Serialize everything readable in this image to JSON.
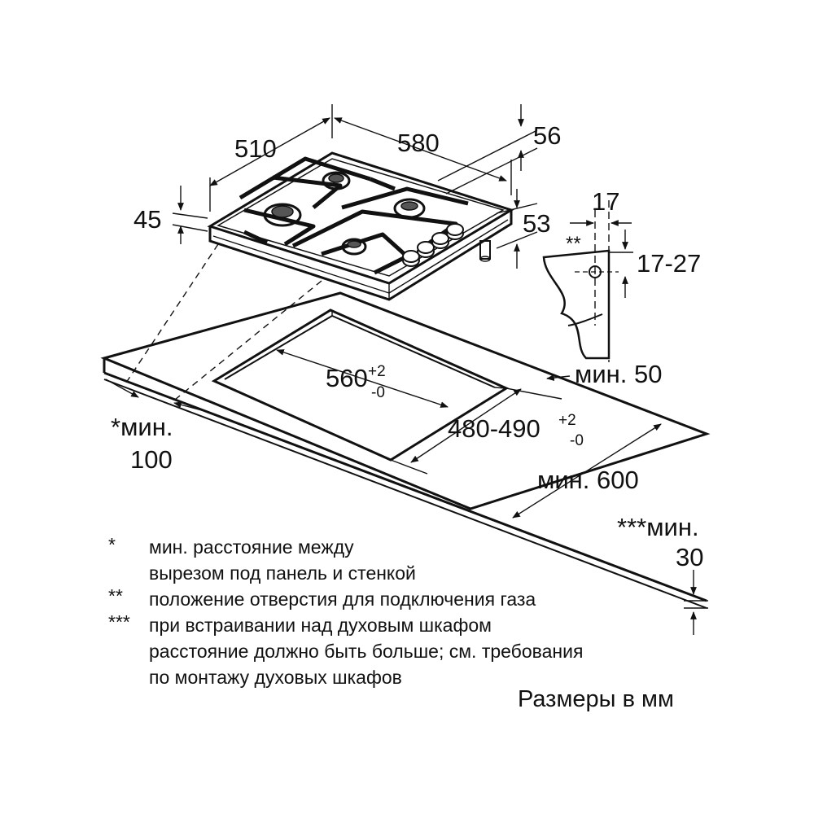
{
  "dimensions": {
    "hob_width": "580",
    "hob_depth": "510",
    "hob_height": "45",
    "rear_offset": "56",
    "gas_height": "53",
    "gas_offset_h": "17",
    "gas_offset_v": "17-27",
    "gas_marker": "**",
    "cutout_width": "560",
    "cutout_width_tol_upper": "+2",
    "cutout_width_tol_lower": "-0",
    "cutout_depth": "480-490",
    "cutout_depth_tol_upper": "+2",
    "cutout_depth_tol_lower": "-0",
    "min_rear": "мин. 50",
    "min_side_line1": "*мин.",
    "min_side_line2": "100",
    "min_depth": "мин. 600",
    "min_below_line1": "***мин.",
    "min_below_line2": "30"
  },
  "notes": [
    {
      "marker": "*",
      "lines": [
        "мин. расстояние между",
        "вырезом под панель и стенкой"
      ]
    },
    {
      "marker": "**",
      "lines": [
        "положение отверстия для подключения газа"
      ]
    },
    {
      "marker": "***",
      "lines": [
        "при встраивании над духовым шкафом",
        "расстояние должно быть больше; см. требования",
        "по монтажу духовых шкафов"
      ]
    }
  ],
  "units_caption": "Размеры в мм"
}
